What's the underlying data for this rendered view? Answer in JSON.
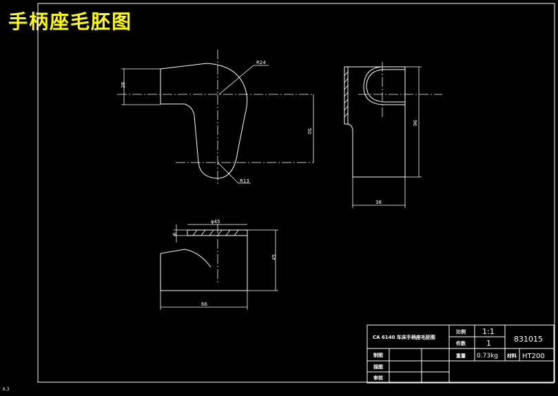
{
  "title": "手柄座毛胚图",
  "corner_note": "6.3",
  "dims": {
    "r24": "R24",
    "r13": "R13",
    "d28": "28",
    "d50": "50",
    "d96": "96",
    "d38": "38",
    "d45_phi": "φ45",
    "d45": "45",
    "d66": "66",
    "d6": "6"
  },
  "title_block": {
    "part_name": "CA 6140 车床手柄座毛胚图",
    "scale_label": "比例",
    "scale_value": "1:1",
    "qty_label": "件数",
    "qty_value": "1",
    "weight_label": "重量",
    "weight_value": "0.73kg",
    "material_label": "材料",
    "material_value": "HT200",
    "drawing_no": "831015",
    "drawn_label": "制图",
    "designer_label": "描图",
    "checker_label": "审核"
  }
}
